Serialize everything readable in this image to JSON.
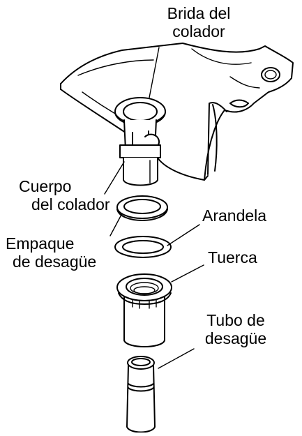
{
  "labels": {
    "strainer_flange": {
      "line1": "Brida del",
      "line2": "colador"
    },
    "strainer_body": {
      "line1": "Cuerpo",
      "line2": "del colador"
    },
    "drain_gasket": {
      "line1": "Empaque",
      "line2": "de desagüe"
    },
    "washer": "Arandela",
    "nut": "Tuerca",
    "drain_tube": {
      "line1": "Tubo de",
      "line2": "desagüe"
    }
  },
  "colors": {
    "ink": "#000000",
    "paper": "#ffffff"
  }
}
